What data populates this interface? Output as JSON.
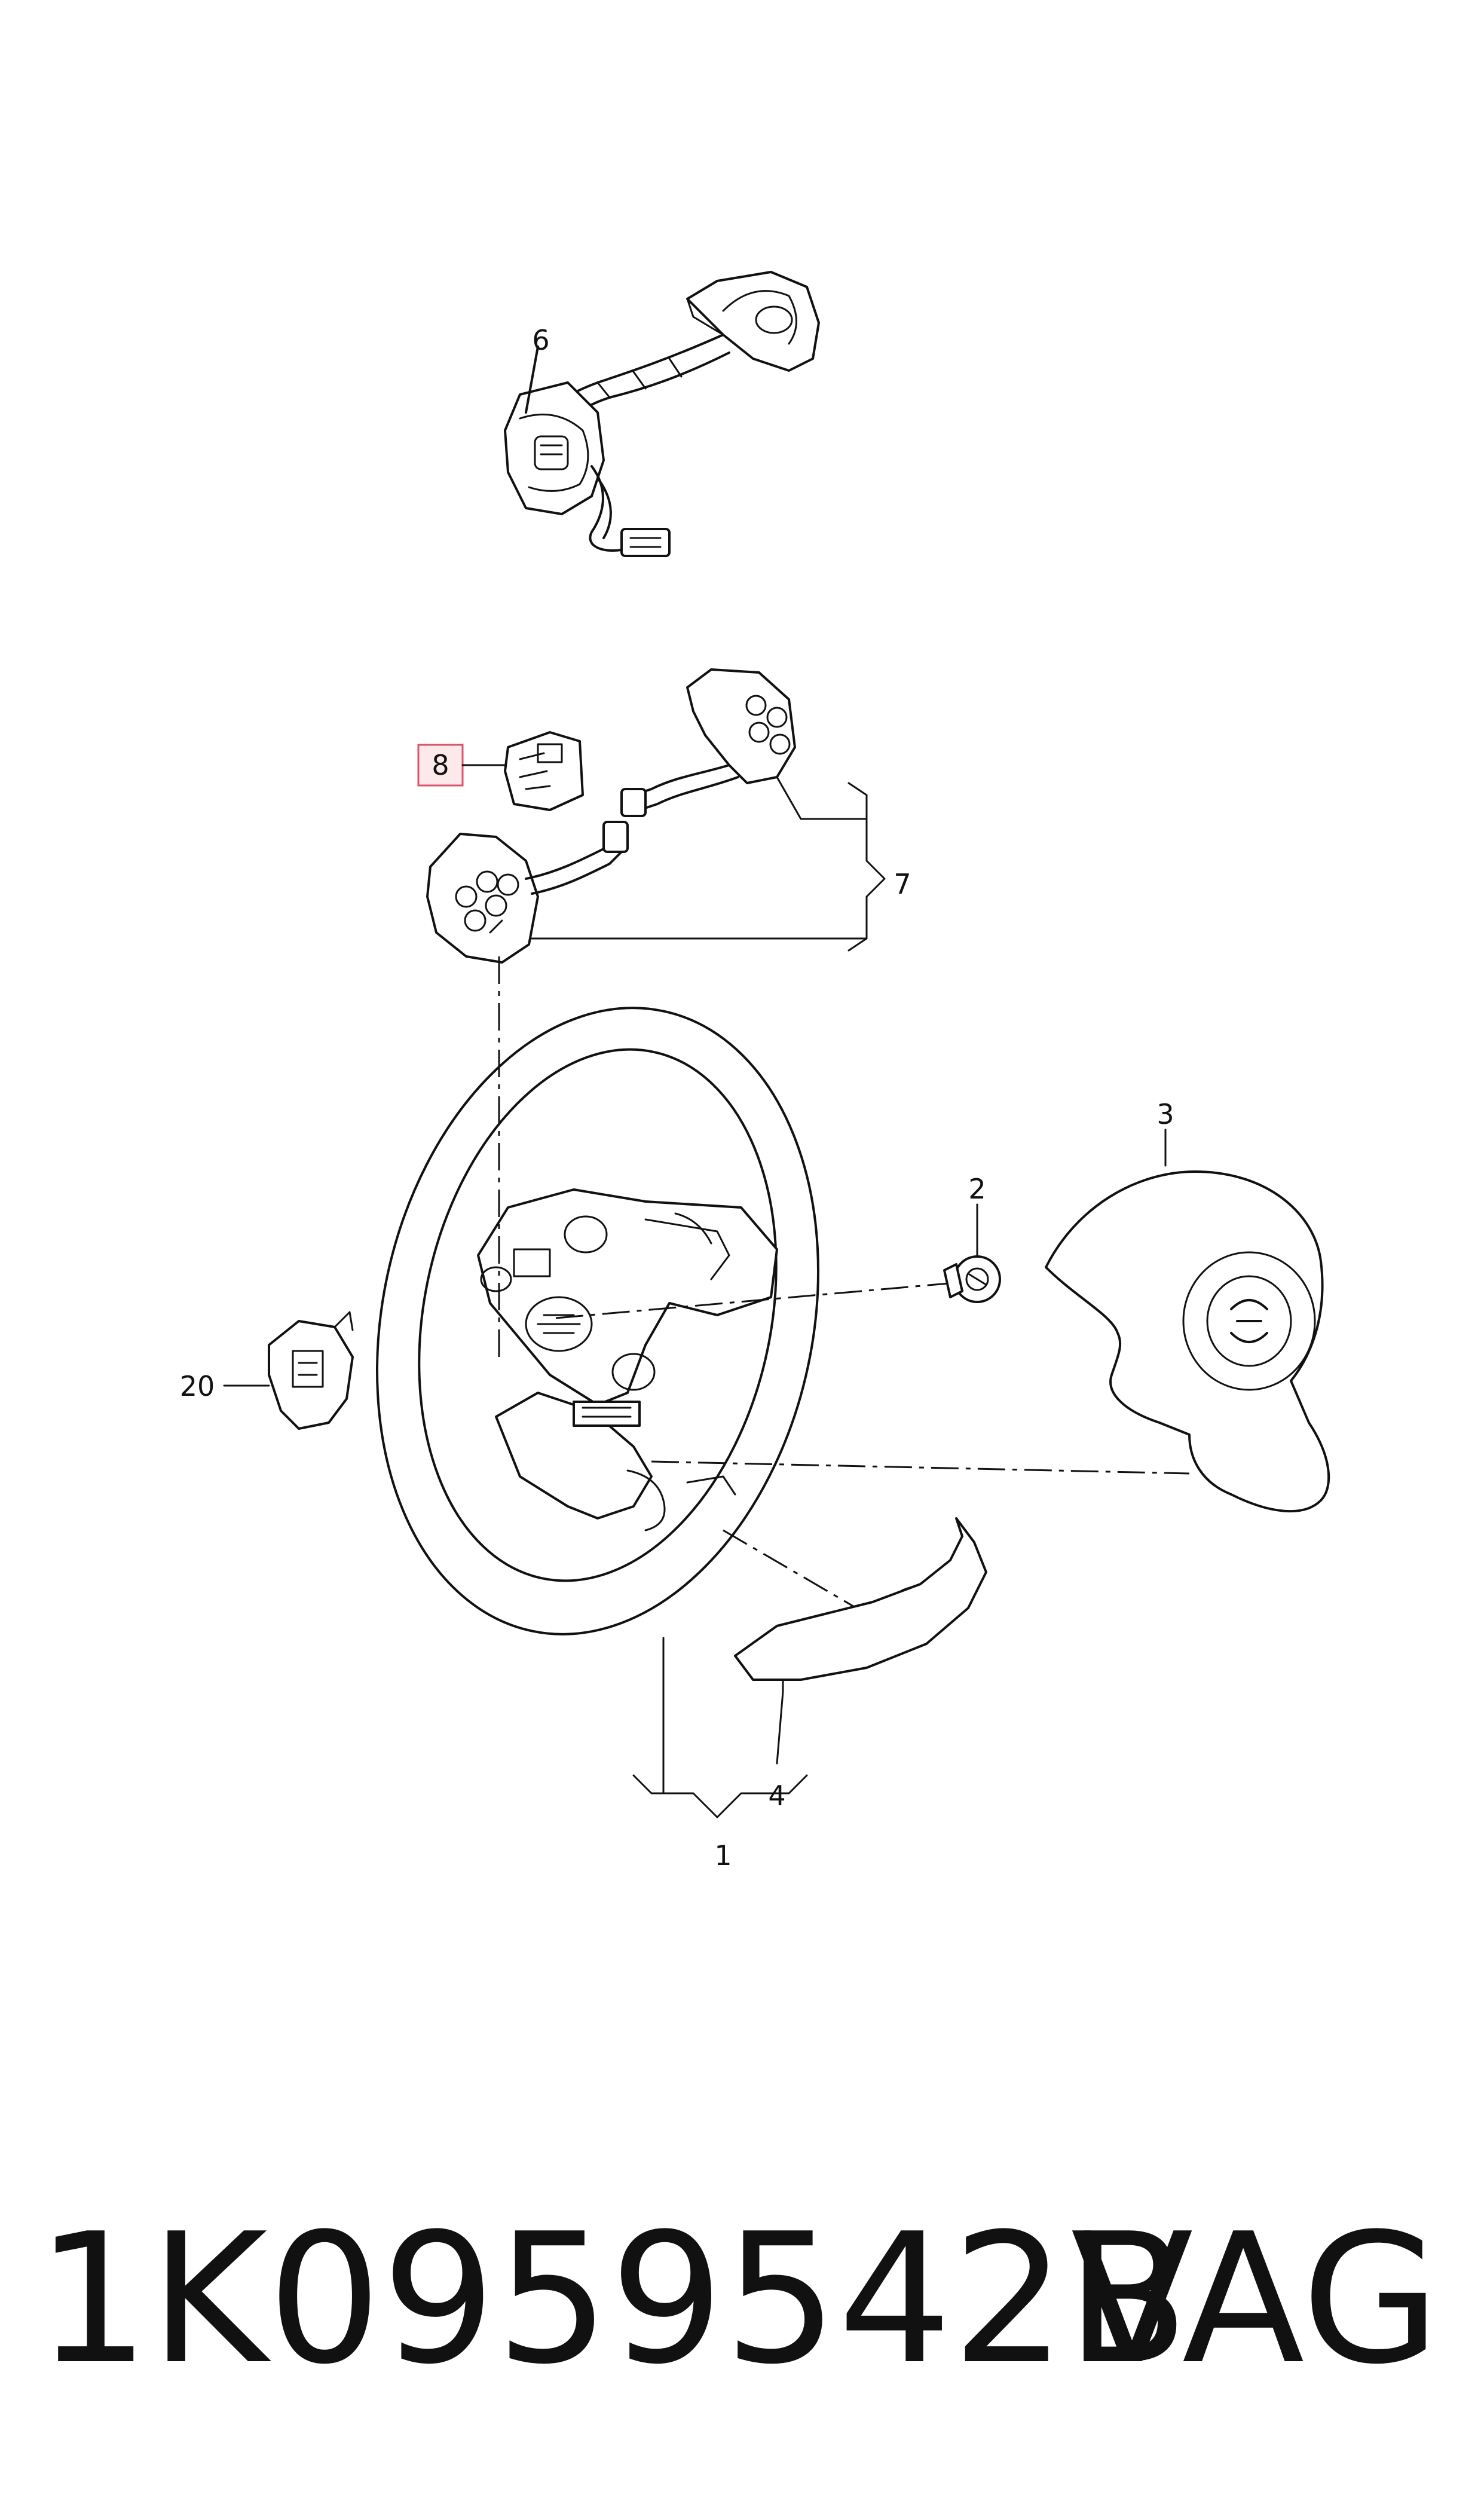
{
  "callouts": {
    "c1": "1",
    "c2": "2",
    "c3": "3",
    "c4": "4",
    "c6": "6",
    "c7": "7",
    "c8": "8",
    "c20": "20"
  },
  "footer": {
    "part_number": "1K0959542B",
    "brand": "VAG"
  },
  "highlight_color": "#d9536a"
}
